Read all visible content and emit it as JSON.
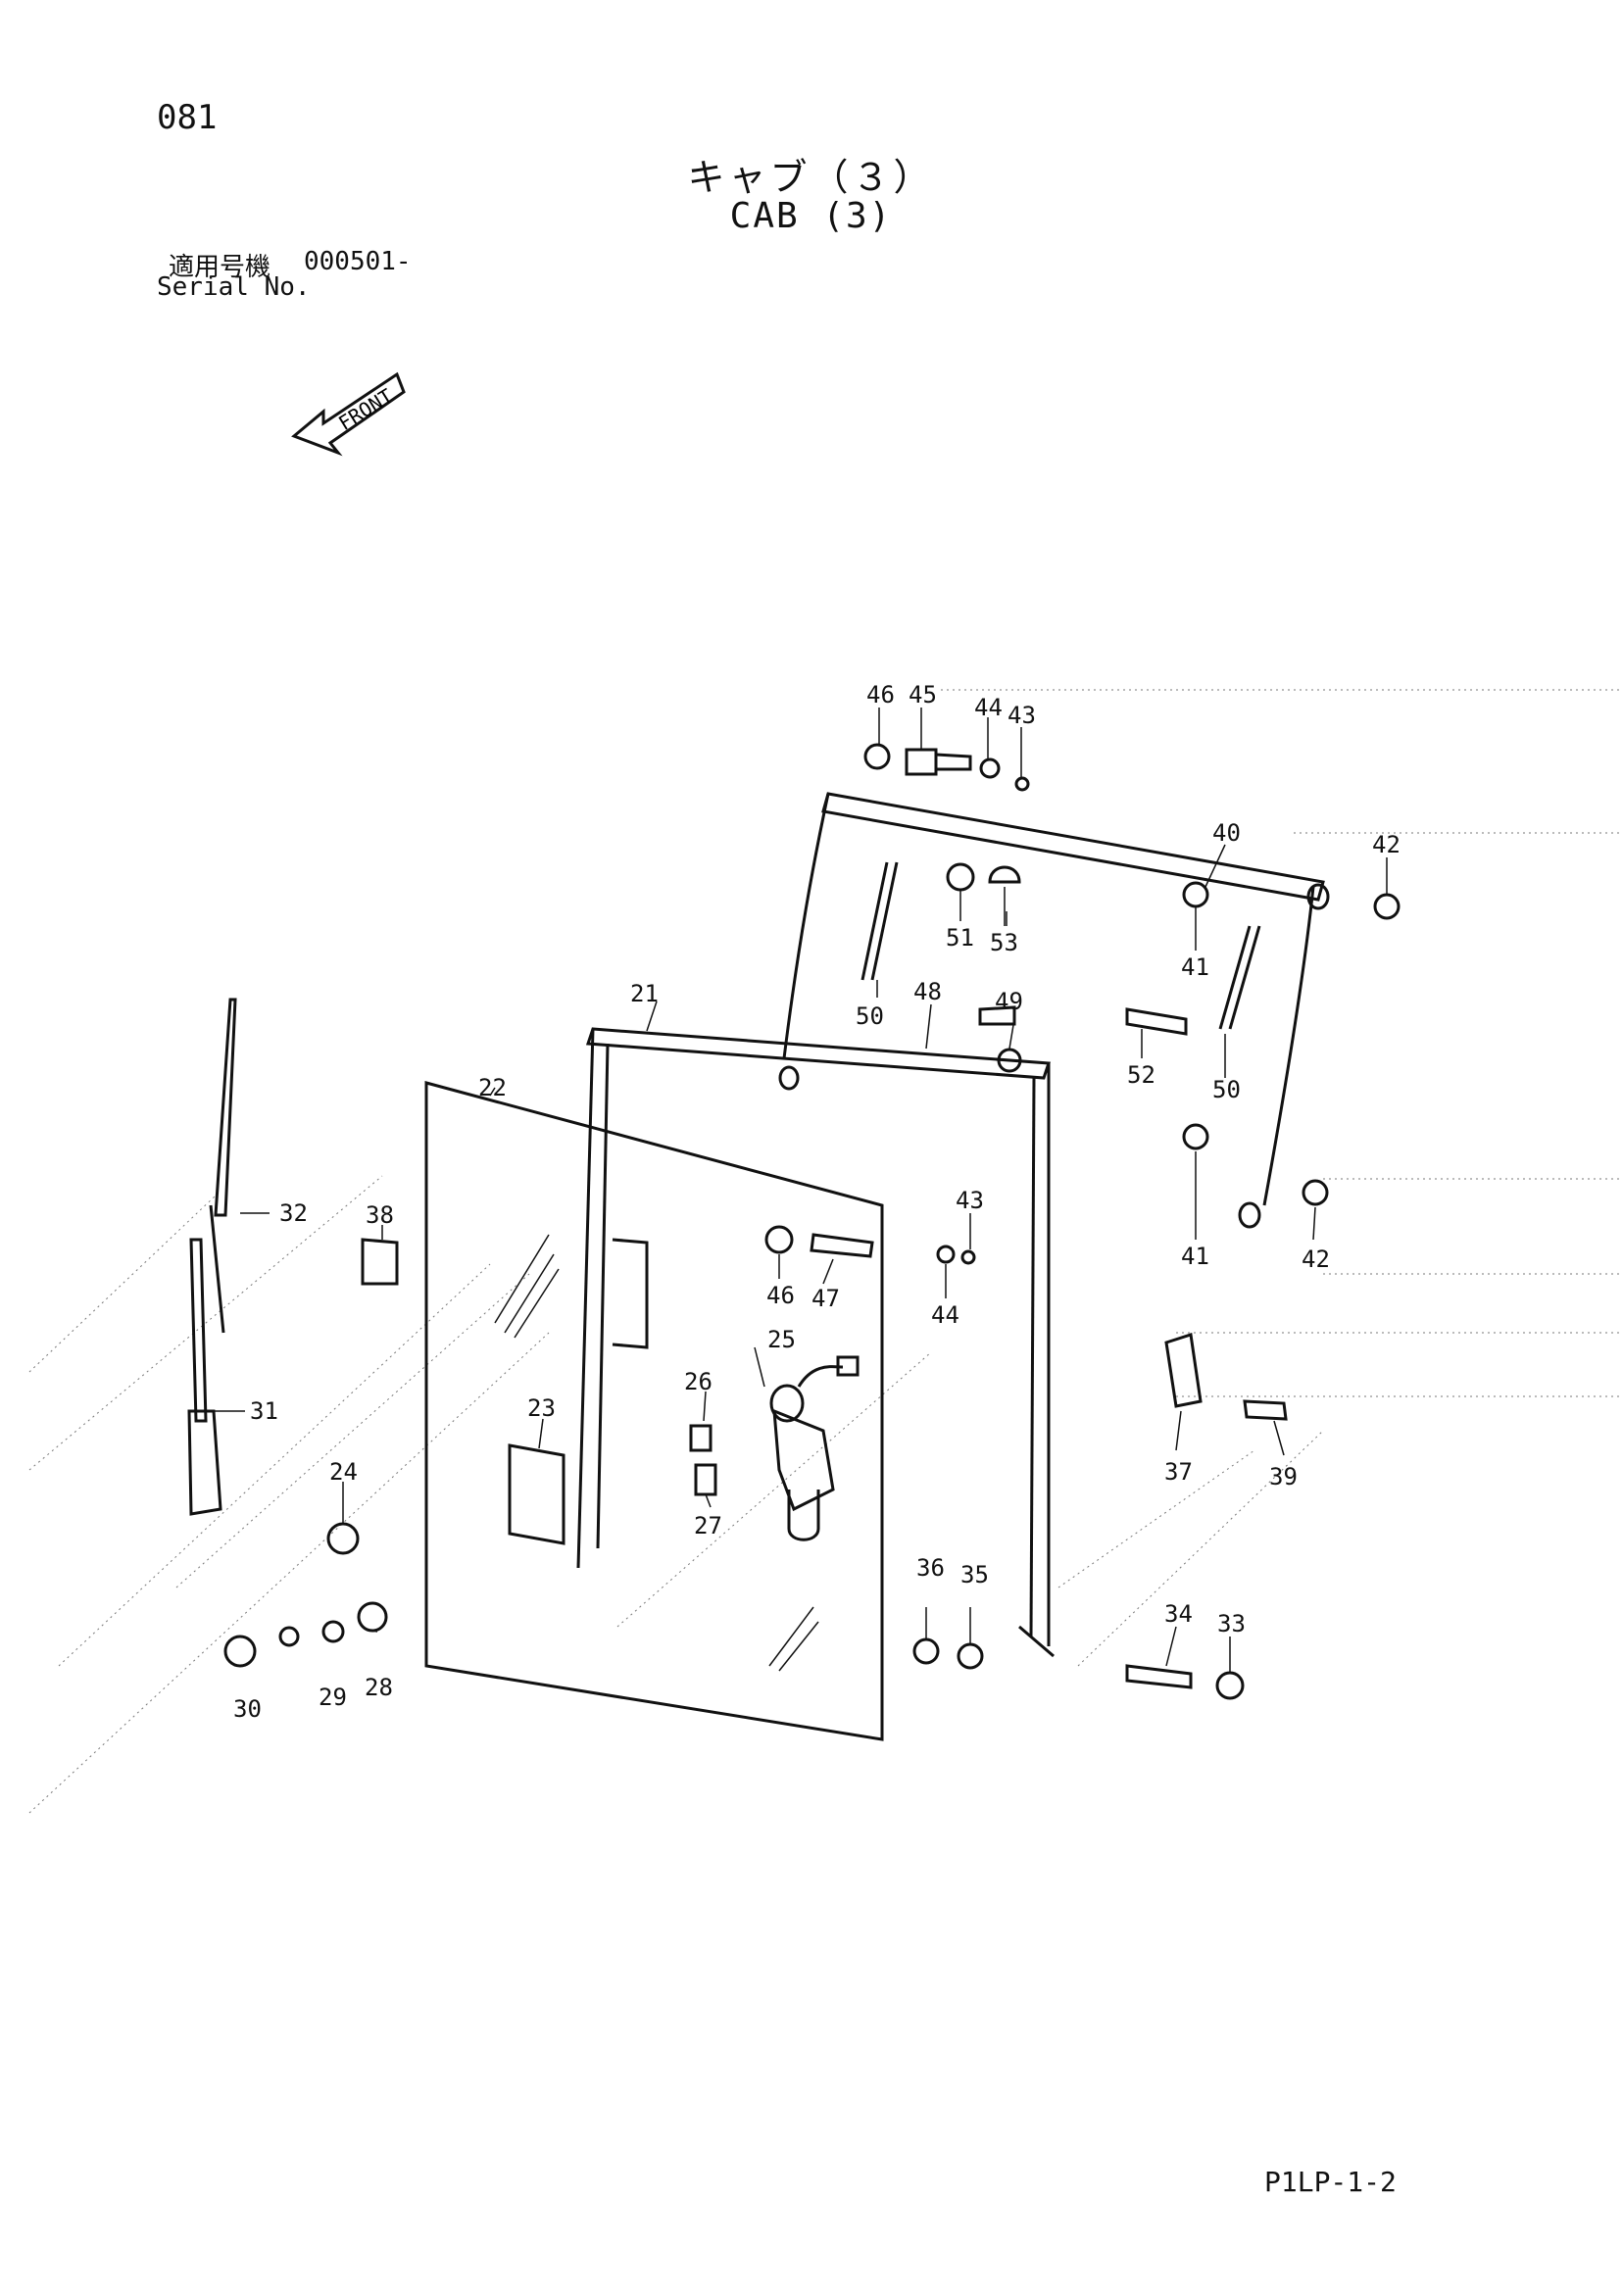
{
  "header": {
    "page_id": "081",
    "title_jp": "キャブ（３）",
    "title_en": "CAB (3)",
    "serial_label_jp": "適用号機",
    "serial_value": "000501-",
    "serial_label_en": "Serial No."
  },
  "orientation": {
    "label": "FRONT",
    "icon": "front-arrow-icon"
  },
  "footer": {
    "code": "P1LP-1-2"
  },
  "callouts": [
    "21",
    "22",
    "23",
    "24",
    "25",
    "26",
    "27",
    "28",
    "29",
    "30",
    "31",
    "32",
    "33",
    "34",
    "35",
    "36",
    "37",
    "38",
    "39",
    "40",
    "41",
    "41",
    "42",
    "42",
    "43",
    "43",
    "44",
    "44",
    "45",
    "46",
    "46",
    "47",
    "48",
    "49",
    "50",
    "50",
    "51",
    "52",
    "53"
  ]
}
